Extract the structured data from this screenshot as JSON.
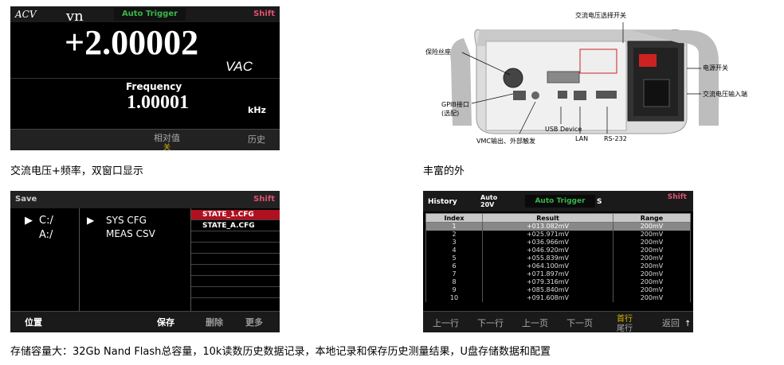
{
  "panel1": {
    "mode": "ACV",
    "overlay": "vn",
    "trigger": "Auto Trigger",
    "shift": "Shift",
    "main_value": "+2.00002",
    "main_unit": "VAC",
    "freq_label": "Frequency",
    "freq_value": "1.00001",
    "freq_unit": "kHz",
    "soft_keys": [
      "相对值",
      "历史"
    ],
    "soft_sub": "关"
  },
  "caption1": "交流电压+频率，双窗口显示",
  "photo": {
    "labels": {
      "switch": "交流电压选择开关",
      "fuse": "保险丝座",
      "power": "电源开关",
      "ac_input": "交流电压输入端",
      "gpib": "GPIB接口\n(选配)",
      "usb": "USB Device",
      "lan": "LAN",
      "rs232": "RS-232",
      "vmc": "VMC输出、外部触发"
    }
  },
  "caption2": "丰富的外",
  "panel2": {
    "title": "Save",
    "shift": "Shift",
    "drives": [
      "C:/",
      "A:/"
    ],
    "files": [
      "SYS CFG",
      "MEAS CSV"
    ],
    "configs": [
      "STATE_1.CFG",
      "STATE_A.CFG"
    ],
    "soft_keys": [
      "位置",
      "保存",
      "删除",
      "更多"
    ]
  },
  "panel3": {
    "title": "History",
    "auto_line1": "Auto",
    "auto_line2": "20V",
    "trigger": "Auto Trigger",
    "s": "S",
    "shift": "Shift",
    "headers": [
      "Index",
      "Result",
      "Range"
    ],
    "rows": [
      [
        "1",
        "+013.082mV",
        "200mV"
      ],
      [
        "2",
        "+025.971mV",
        "200mV"
      ],
      [
        "3",
        "+036.966mV",
        "200mV"
      ],
      [
        "4",
        "+046.920mV",
        "200mV"
      ],
      [
        "5",
        "+055.839mV",
        "200mV"
      ],
      [
        "6",
        "+064.100mV",
        "200mV"
      ],
      [
        "7",
        "+071.897mV",
        "200mV"
      ],
      [
        "8",
        "+079.316mV",
        "200mV"
      ],
      [
        "9",
        "+085.840mV",
        "200mV"
      ],
      [
        "10",
        "+091.608mV",
        "200mV"
      ]
    ],
    "soft_keys": [
      "上一行",
      "下一行",
      "上一页",
      "下一页",
      "首行",
      "尾行",
      "返回"
    ]
  },
  "caption3": "存储容量大：32Gb Nand Flash总容量，10k读数历史数据记录，本地记录和保存历史测量结果，U盘存储数据和配置"
}
